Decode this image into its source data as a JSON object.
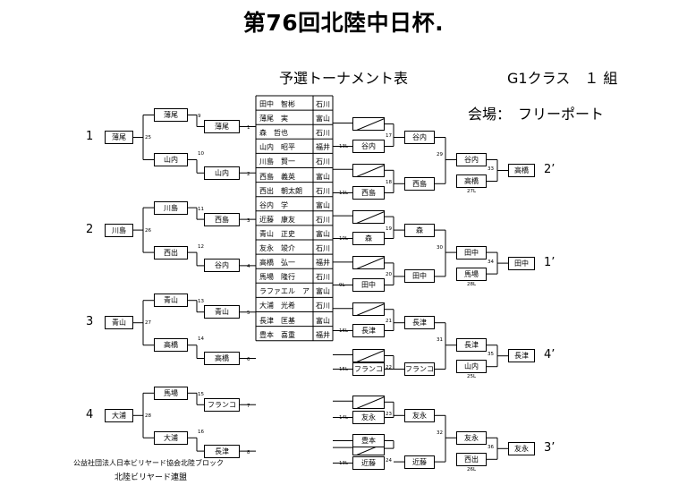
{
  "title": "第76回北陸中日杯.",
  "subtitle": "予選トーナメント表",
  "class_label": "G1クラス　１ 組",
  "venue": "会場：　フリーポート",
  "footer": {
    "org": "公益社団法人日本ビリヤード協会北陸ブロック",
    "league": "北陸ビリヤード連盟"
  },
  "seeds": [
    {
      "num": "1",
      "name": "薄尾",
      "match": "25"
    },
    {
      "num": "2",
      "name": "川島",
      "match": "26"
    },
    {
      "num": "3",
      "name": "青山",
      "match": "27"
    },
    {
      "num": "4",
      "name": "大浦",
      "match": "28"
    }
  ],
  "round2_winners": [
    "薄尾",
    "山内",
    "川島",
    "西出",
    "青山",
    "高橋",
    "馬場",
    "大浦"
  ],
  "round2_matches": [
    "9",
    "10",
    "11",
    "12",
    "13",
    "14",
    "15",
    "16"
  ],
  "round1_winners": [
    "薄尾",
    "山内",
    "西島",
    "谷内",
    "青山",
    "高橋",
    "フランコ",
    "長津"
  ],
  "round1_matches": [
    "1",
    "2",
    "3",
    "4",
    "5",
    "6",
    "7",
    "8"
  ],
  "players": [
    {
      "name": "田中　智彬",
      "pref": "石川"
    },
    {
      "name": "薄尾　実",
      "pref": "富山"
    },
    {
      "name": "森　哲也",
      "pref": "石川"
    },
    {
      "name": "山内　昭平",
      "pref": "福井"
    },
    {
      "name": "川島　賢一",
      "pref": "石川"
    },
    {
      "name": "西島　義英",
      "pref": "富山"
    },
    {
      "name": "西出　朝太朗",
      "pref": "石川"
    },
    {
      "name": "谷内　学",
      "pref": "富山"
    },
    {
      "name": "近藤　康友",
      "pref": "石川"
    },
    {
      "name": "青山　正史",
      "pref": "富山"
    },
    {
      "name": "友永　竣介",
      "pref": "石川"
    },
    {
      "name": "高橋　弘一",
      "pref": "福井"
    },
    {
      "name": "馬場　隆行",
      "pref": "石川"
    },
    {
      "name": "ラファエル　ア",
      "pref": "富山"
    },
    {
      "name": "大浦　光希",
      "pref": "石川"
    },
    {
      "name": "長津　匡基",
      "pref": "富山"
    },
    {
      "name": "豊本　喜重",
      "pref": "福井"
    }
  ],
  "loser_side": {
    "entries": [
      {
        "label": "13L",
        "name": "谷内"
      },
      {
        "label": "11L",
        "name": "西島"
      },
      {
        "label": "10L",
        "name": "森"
      },
      {
        "label": "9L",
        "name": "田中"
      },
      {
        "label": "16L",
        "name": "長津"
      },
      {
        "label": "15L",
        "name": "フランコ"
      },
      {
        "label": "14L",
        "name": "友永"
      },
      {
        "label": "",
        "name": "豊本"
      },
      {
        "label": "13L",
        "name": "近藤"
      }
    ],
    "round_a_matches": [
      "17",
      "18",
      "19",
      "20",
      "21",
      "22",
      "23",
      "24"
    ],
    "round_a_winners": [
      "谷内",
      "西島",
      "森",
      "田中",
      "長津",
      "フランコ",
      "友永",
      "近藤"
    ],
    "round_b_matches": [
      "29",
      "30",
      "31",
      "32"
    ],
    "round_b_winners": [
      {
        "top": "谷内",
        "bottom": "高橋",
        "label": "27L"
      },
      {
        "top": "田中",
        "bottom": "馬場",
        "label": "28L"
      },
      {
        "top": "長津",
        "bottom": "山内",
        "label": "25L"
      },
      {
        "top": "友永",
        "bottom": "西出",
        "label": "26L"
      }
    ],
    "final_matches": [
      "33",
      "34",
      "35",
      "36"
    ],
    "qualifiers": [
      {
        "name": "高橋",
        "seed": "2’"
      },
      {
        "name": "田中",
        "seed": "1’"
      },
      {
        "name": "長津",
        "seed": "4’"
      },
      {
        "name": "友永",
        "seed": "3’"
      }
    ]
  }
}
